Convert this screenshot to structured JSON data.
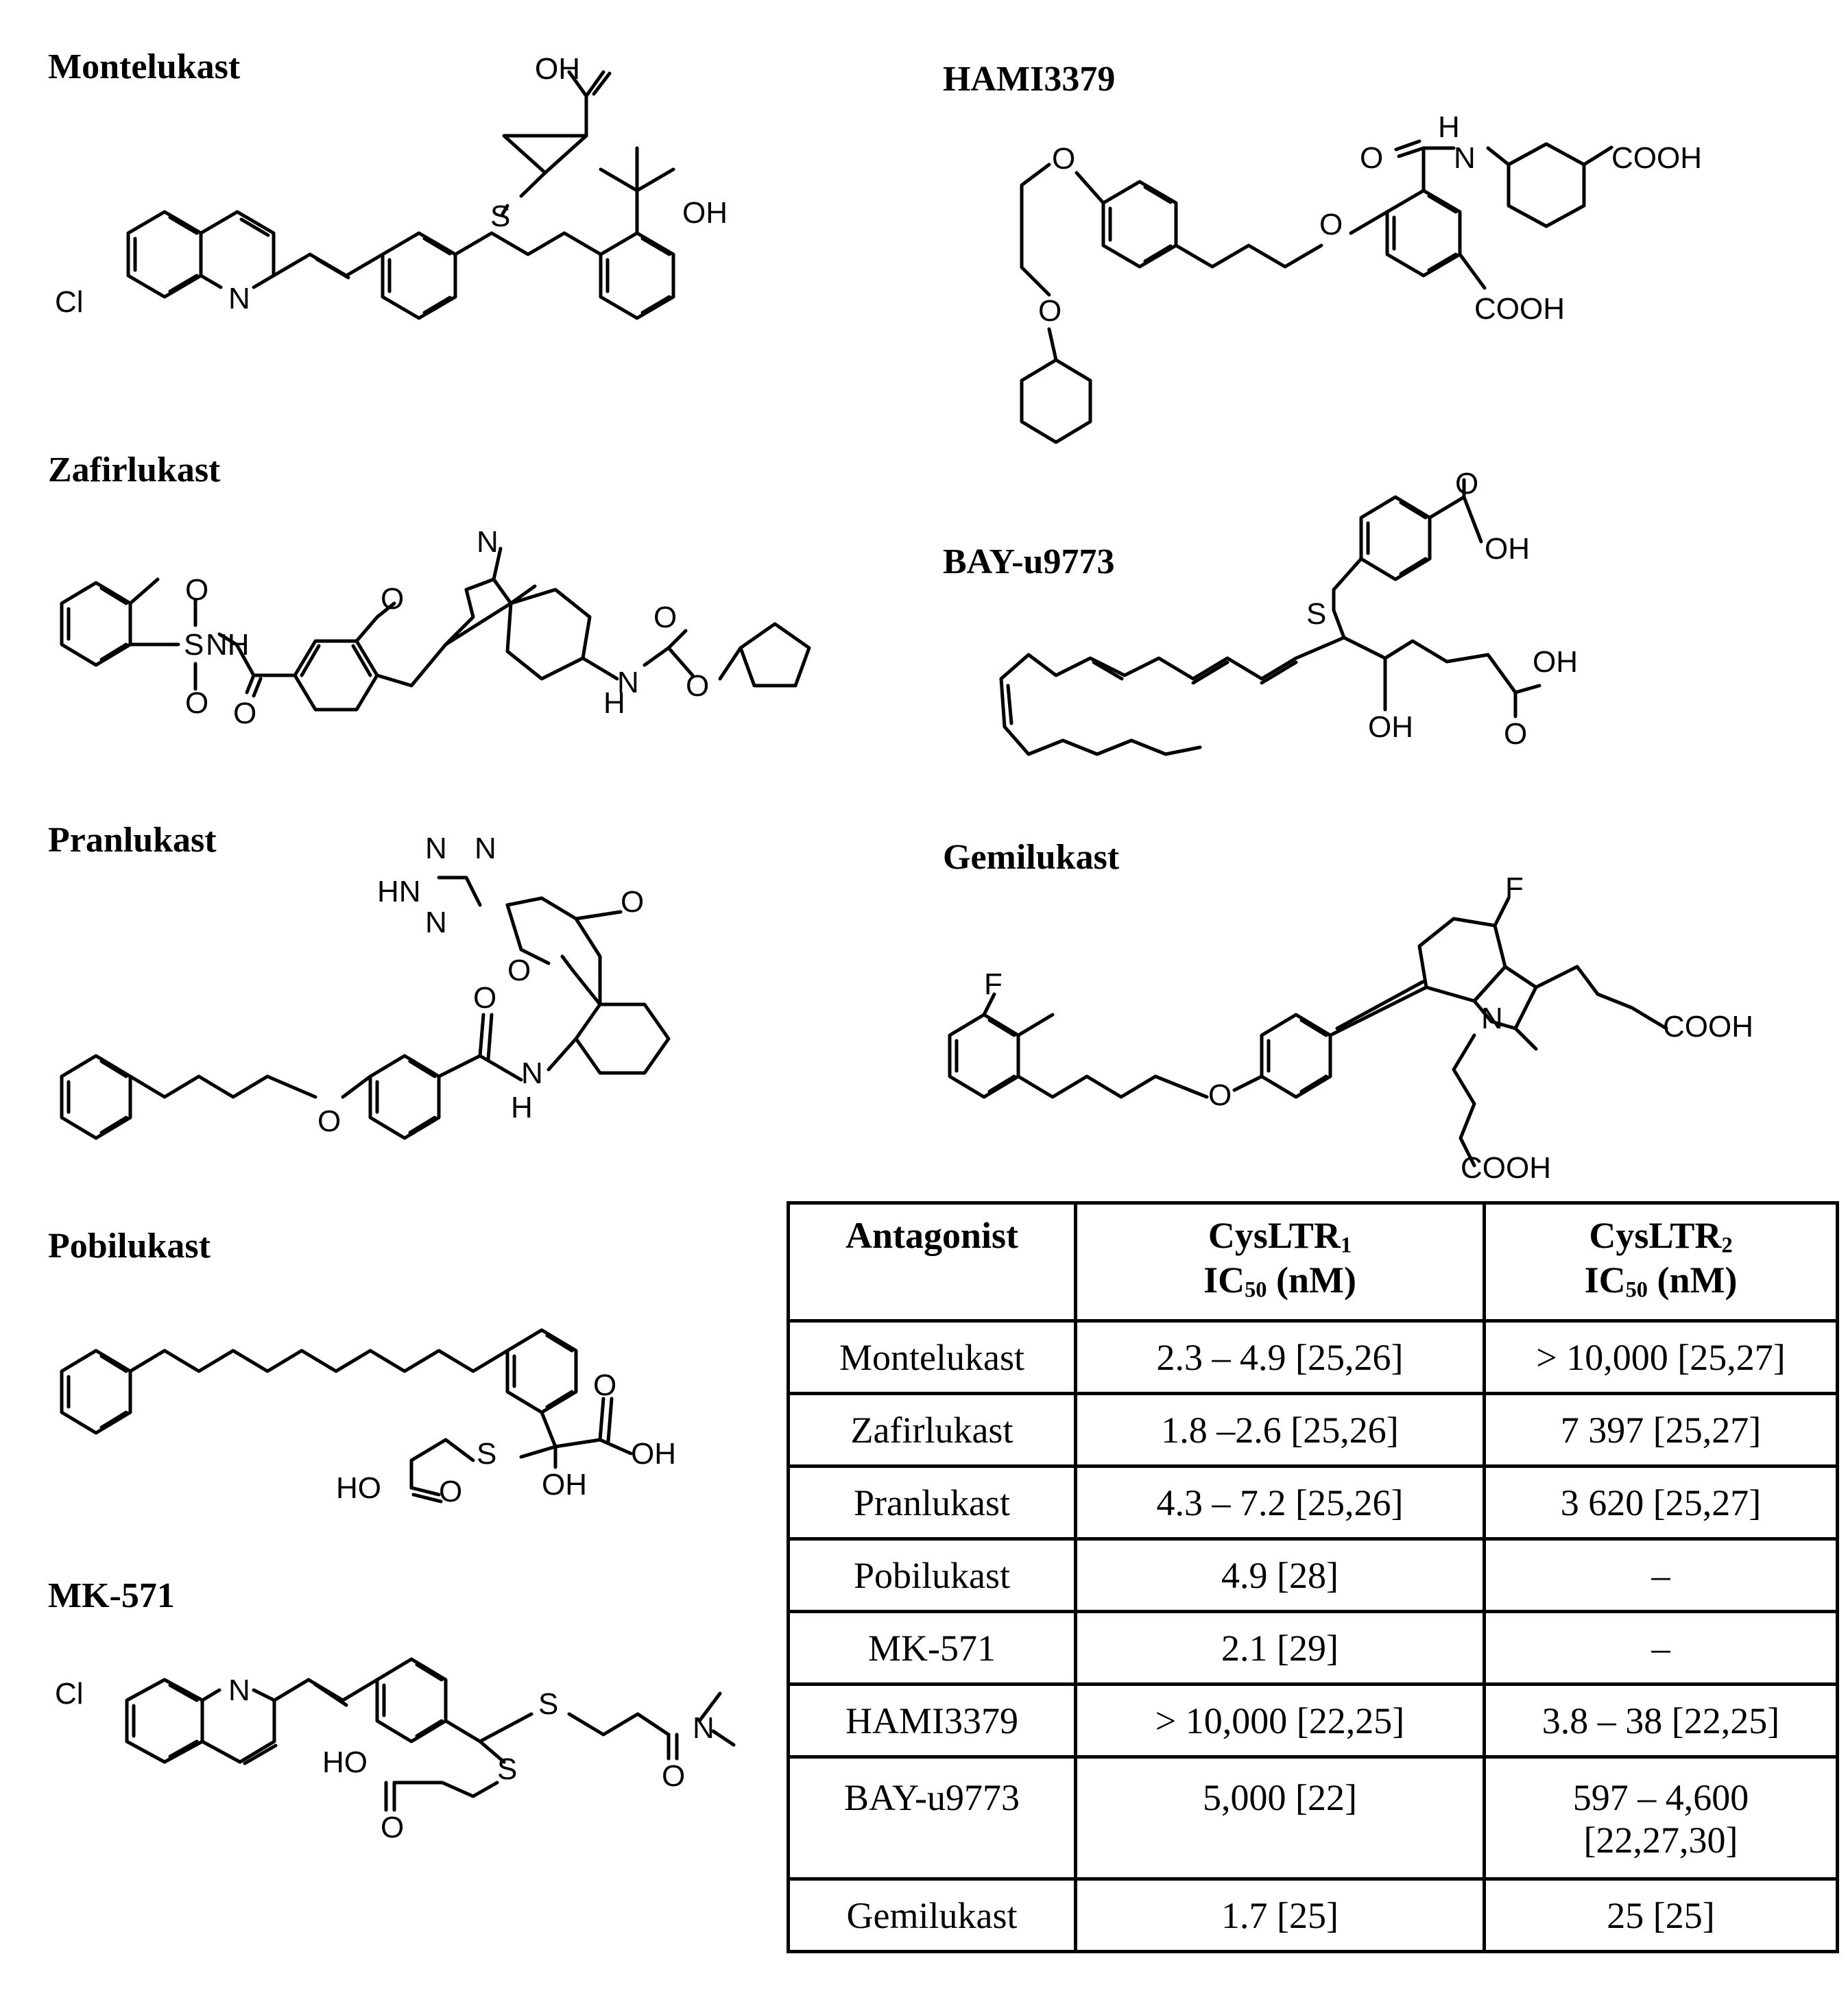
{
  "structures": [
    {
      "id": "montelukast",
      "name": "Montelukast",
      "labels": [
        "OH",
        "O",
        "S",
        "OH",
        "Cl",
        "N"
      ]
    },
    {
      "id": "hami3379",
      "name": "HAMI3379",
      "labels": [
        "O",
        "O",
        "O",
        "O",
        "H",
        "N",
        "COOH",
        "COOH"
      ]
    },
    {
      "id": "zafirlukast",
      "name": "Zafirlukast",
      "labels": [
        "N",
        "O",
        "O",
        "S",
        "NH",
        "O",
        "O",
        "N",
        "H",
        "O",
        "O"
      ]
    },
    {
      "id": "bay_u9773",
      "name": "BAY-u9773",
      "labels": [
        "O",
        "OH",
        "S",
        "OH",
        "O",
        "OH"
      ]
    },
    {
      "id": "pranlukast",
      "name": "Pranlukast",
      "labels": [
        "N",
        "N",
        "HN",
        "N",
        "O",
        "O",
        "O",
        "N",
        "H",
        "O"
      ]
    },
    {
      "id": "gemilukast",
      "name": "Gemilukast",
      "labels": [
        "F",
        "F",
        "N",
        "COOH",
        "COOH",
        "O"
      ]
    },
    {
      "id": "pobilukast",
      "name": "Pobilukast",
      "labels": [
        "O",
        "OH",
        "S",
        "OH",
        "HO",
        "O"
      ]
    },
    {
      "id": "mk571",
      "name": "MK-571",
      "labels": [
        "Cl",
        "N",
        "S",
        "S",
        "N",
        "O",
        "HO",
        "O"
      ]
    }
  ],
  "table": {
    "headers": {
      "antagonist": "Antagonist",
      "r1_base": "CysLTR",
      "r1_sub": "1",
      "r2_base": "CysLTR",
      "r2_sub": "2",
      "ic_base": "IC",
      "ic_sub": "50",
      "ic_unit": " (nM)"
    },
    "rows": [
      {
        "antagonist": "Montelukast",
        "r1": "2.3 – 4.9 [25,26]",
        "r2": "> 10,000 [25,27]"
      },
      {
        "antagonist": "Zafirlukast",
        "r1": "1.8 –2.6 [25,26]",
        "r2": "7 397 [25,27]"
      },
      {
        "antagonist": "Pranlukast",
        "r1": "4.3 – 7.2 [25,26]",
        "r2": "3 620 [25,27]"
      },
      {
        "antagonist": "Pobilukast",
        "r1": "4.9 [28]",
        "r2": "–"
      },
      {
        "antagonist": "MK-571",
        "r1": "2.1 [29]",
        "r2": "–"
      },
      {
        "antagonist": "HAMI3379",
        "r1": "> 10,000 [22,25]",
        "r2": "3.8 – 38 [22,25]"
      },
      {
        "antagonist": "BAY-u9773",
        "r1": "5,000 [22]",
        "r2": "597 – 4,600",
        "r2_line2": "[22,27,30]"
      },
      {
        "antagonist": "Gemilukast",
        "r1": "1.7 [25]",
        "r2": "25 [25]"
      }
    ]
  }
}
